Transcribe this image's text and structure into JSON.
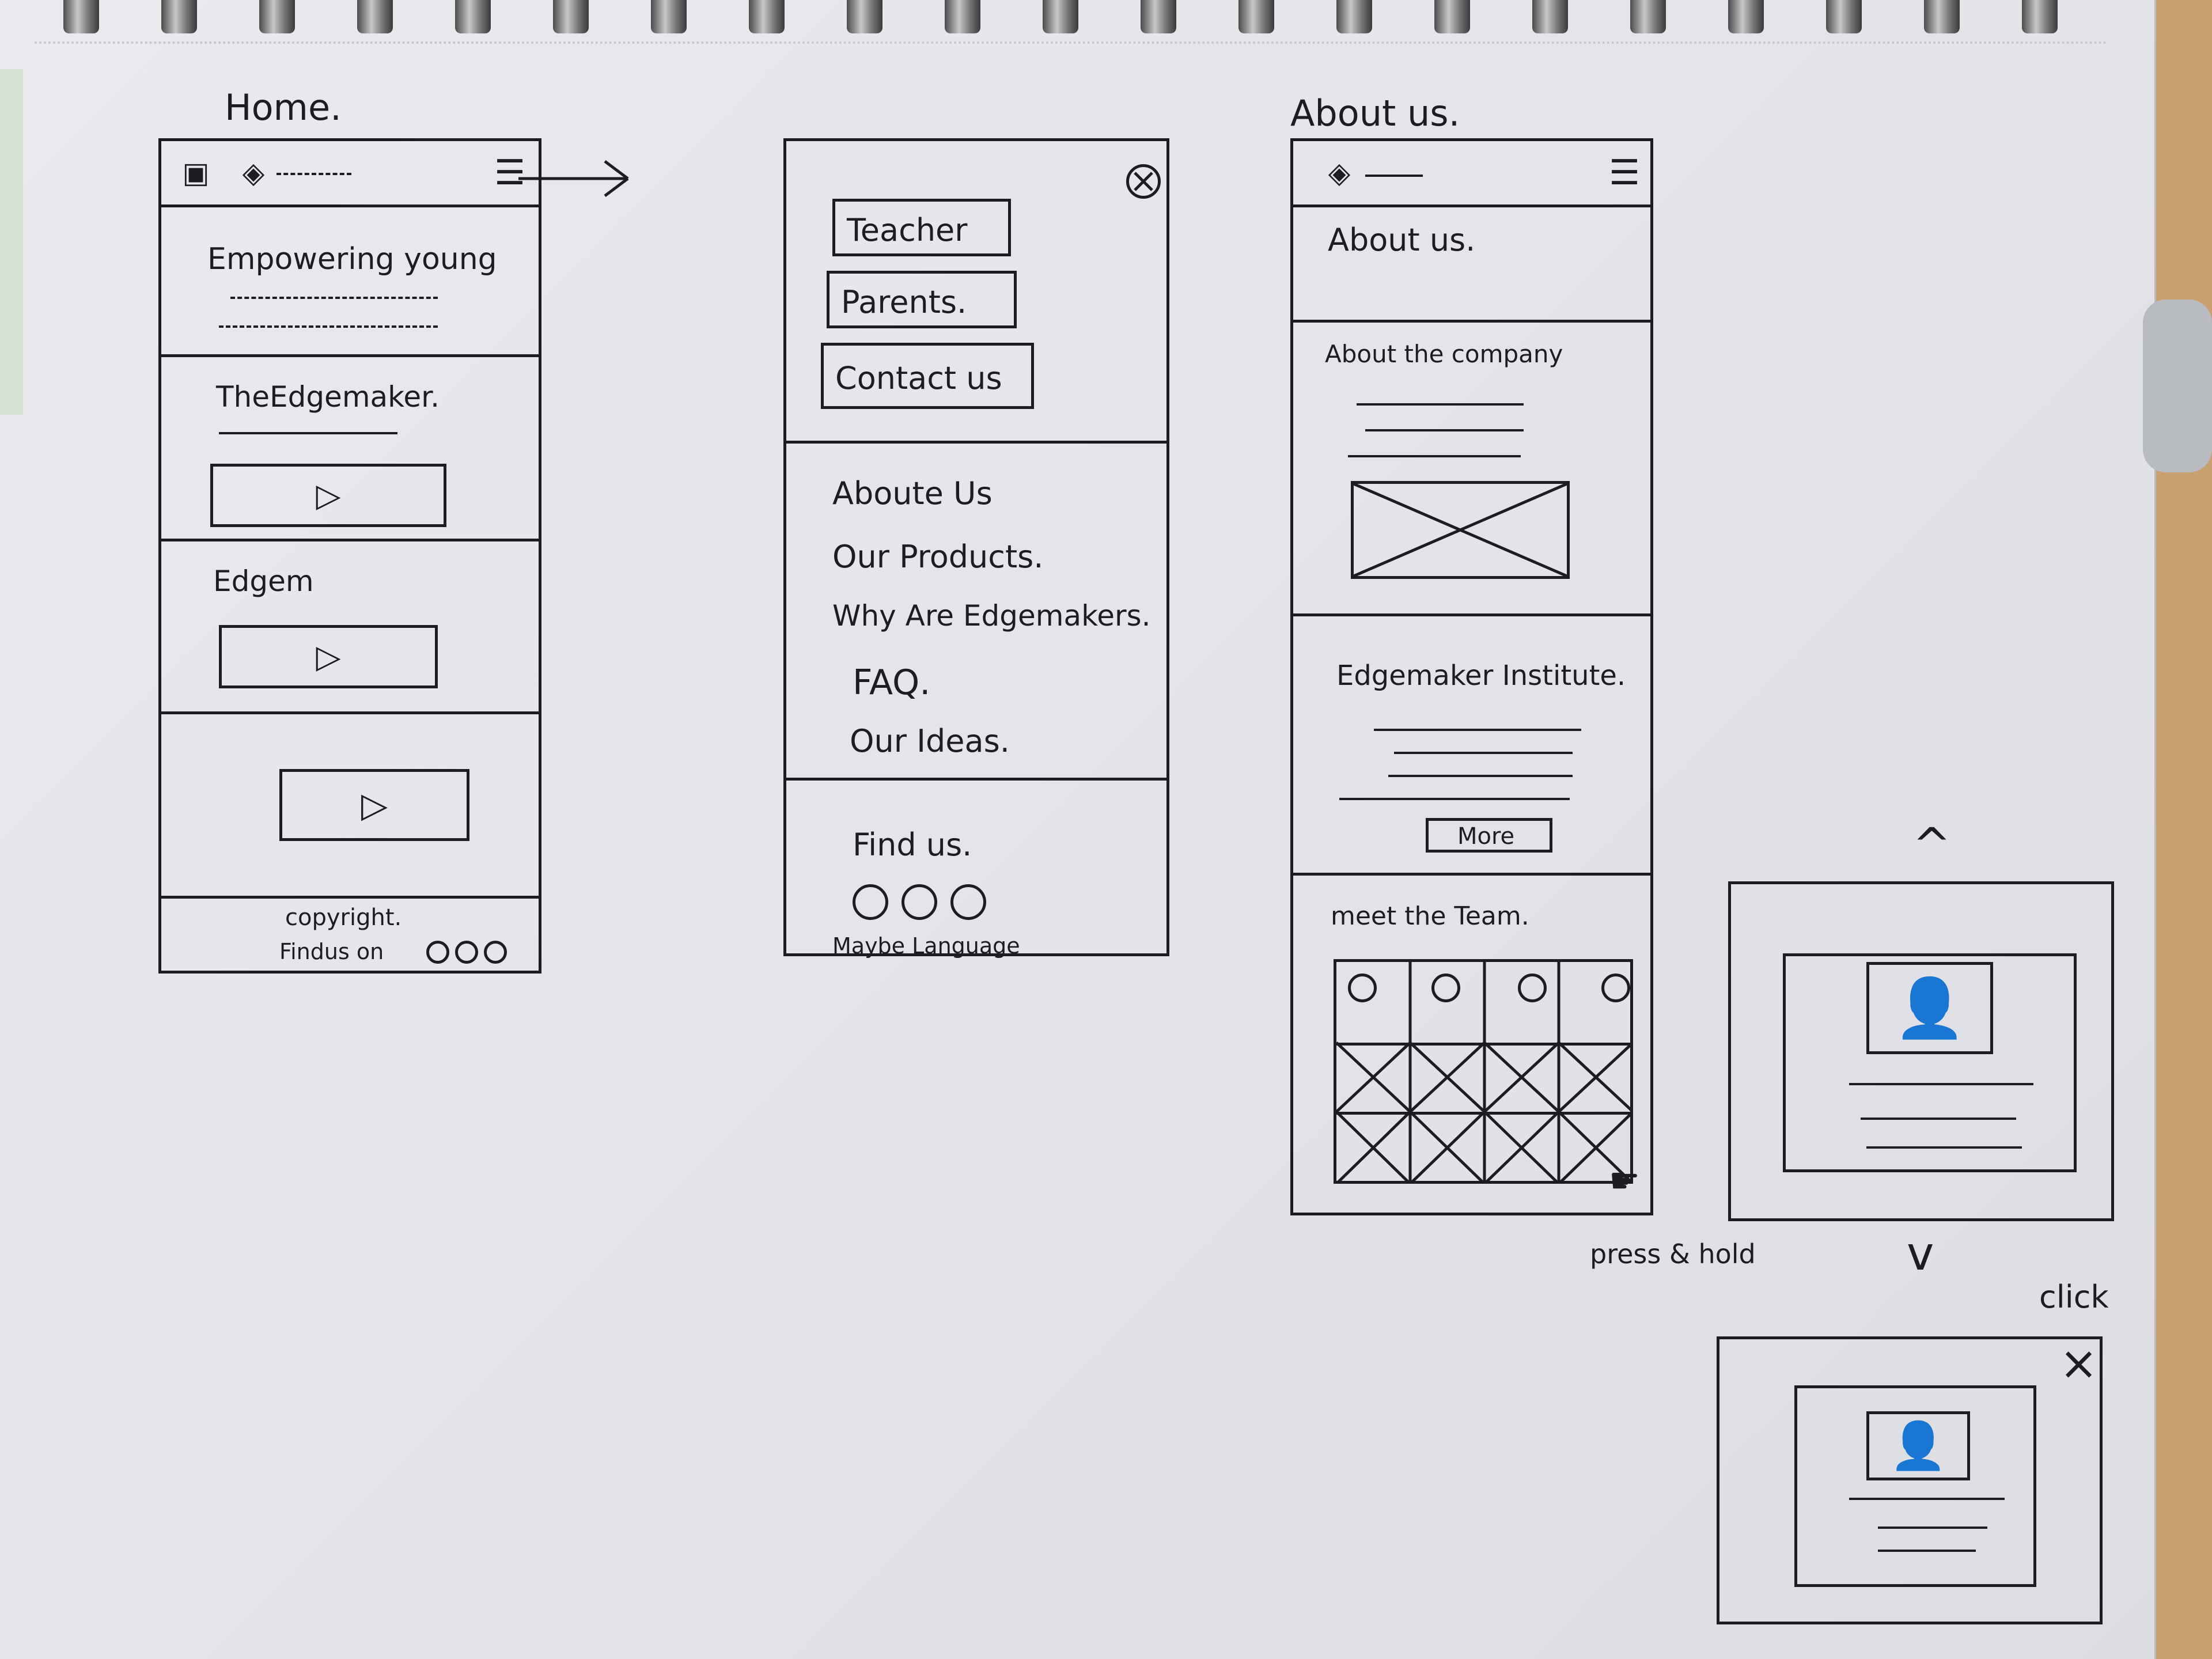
{
  "screens": {
    "home": {
      "label": "Home.",
      "hero_text": "Empowering young",
      "section1_title": "TheEdgemaker.",
      "section2_title": "Edgem",
      "footer_copyright": "copyright.",
      "footer_find": "Findus on"
    },
    "menu": {
      "buttons": [
        "Teacher",
        "Parents.",
        "Contact us"
      ],
      "links": [
        "Aboute Us",
        "Our Products.",
        "Why Are Edgemakers.",
        "FAQ.",
        "Our Ideas."
      ],
      "find_us": "Find us.",
      "language": "Maybe Language"
    },
    "about": {
      "label": "About us.",
      "page_heading": "About us.",
      "company_heading": "About the company",
      "institute_heading": "Edgemaker Institute.",
      "more_button": "More",
      "team_heading": "meet the Team.",
      "gesture_note": "press & hold"
    },
    "profile_popup": {
      "up_arrow": "^",
      "down_arrow": "v",
      "click_note": "click",
      "close_glyph": "×"
    }
  }
}
